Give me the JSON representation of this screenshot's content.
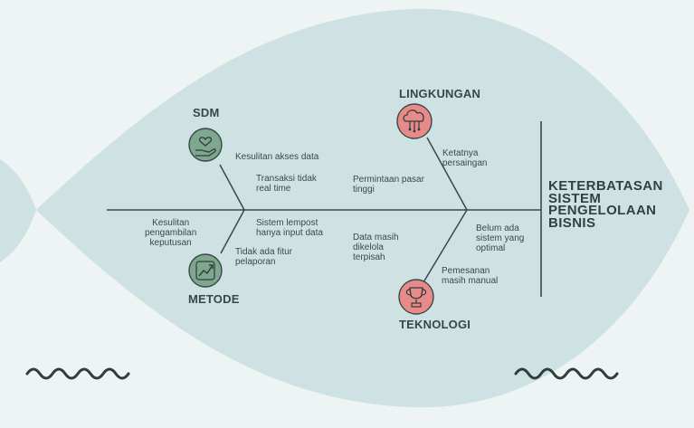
{
  "problem": "KETERBATASAN\nSISTEM\nPENGELOLAAN\nBISNIS",
  "categories": {
    "sdm": "SDM",
    "metode": "METODE",
    "lingkungan": "LINGKUNGAN",
    "teknologi": "TEKNOLOGI"
  },
  "causes": {
    "kesulitan_akses": "Kesulitan akses data",
    "transaksi": "Transaksi tidak\nreal time",
    "kesulitan_pengambilan": "Kesulitan\npengambilan\nkeputusan",
    "sistem_lempost": "Sistem lempost\nhanya input data",
    "tidak_ada_fitur": "Tidak ada fitur\npelaporan",
    "ketatnya": "Ketatnya\npersaingan",
    "permintaan": "Permintaan pasar\ntinggi",
    "data_masih": "Data masih\ndikelola\nterpisah",
    "belum_ada": "Belum ada\nsistem yang\noptimal",
    "pemesanan": "Pemesanan\nmasih manual"
  },
  "icons": {
    "sdm": "hand-heart-icon",
    "metode": "trending-up-icon",
    "lingkungan": "cloud-network-icon",
    "teknologi": "trophy-icon"
  },
  "colors": {
    "background": "#eef3f4",
    "fish_body": "#cfe2e3",
    "green_circle": "#7fa68e",
    "red_circle": "#e98a8a",
    "line": "#3a4848"
  }
}
